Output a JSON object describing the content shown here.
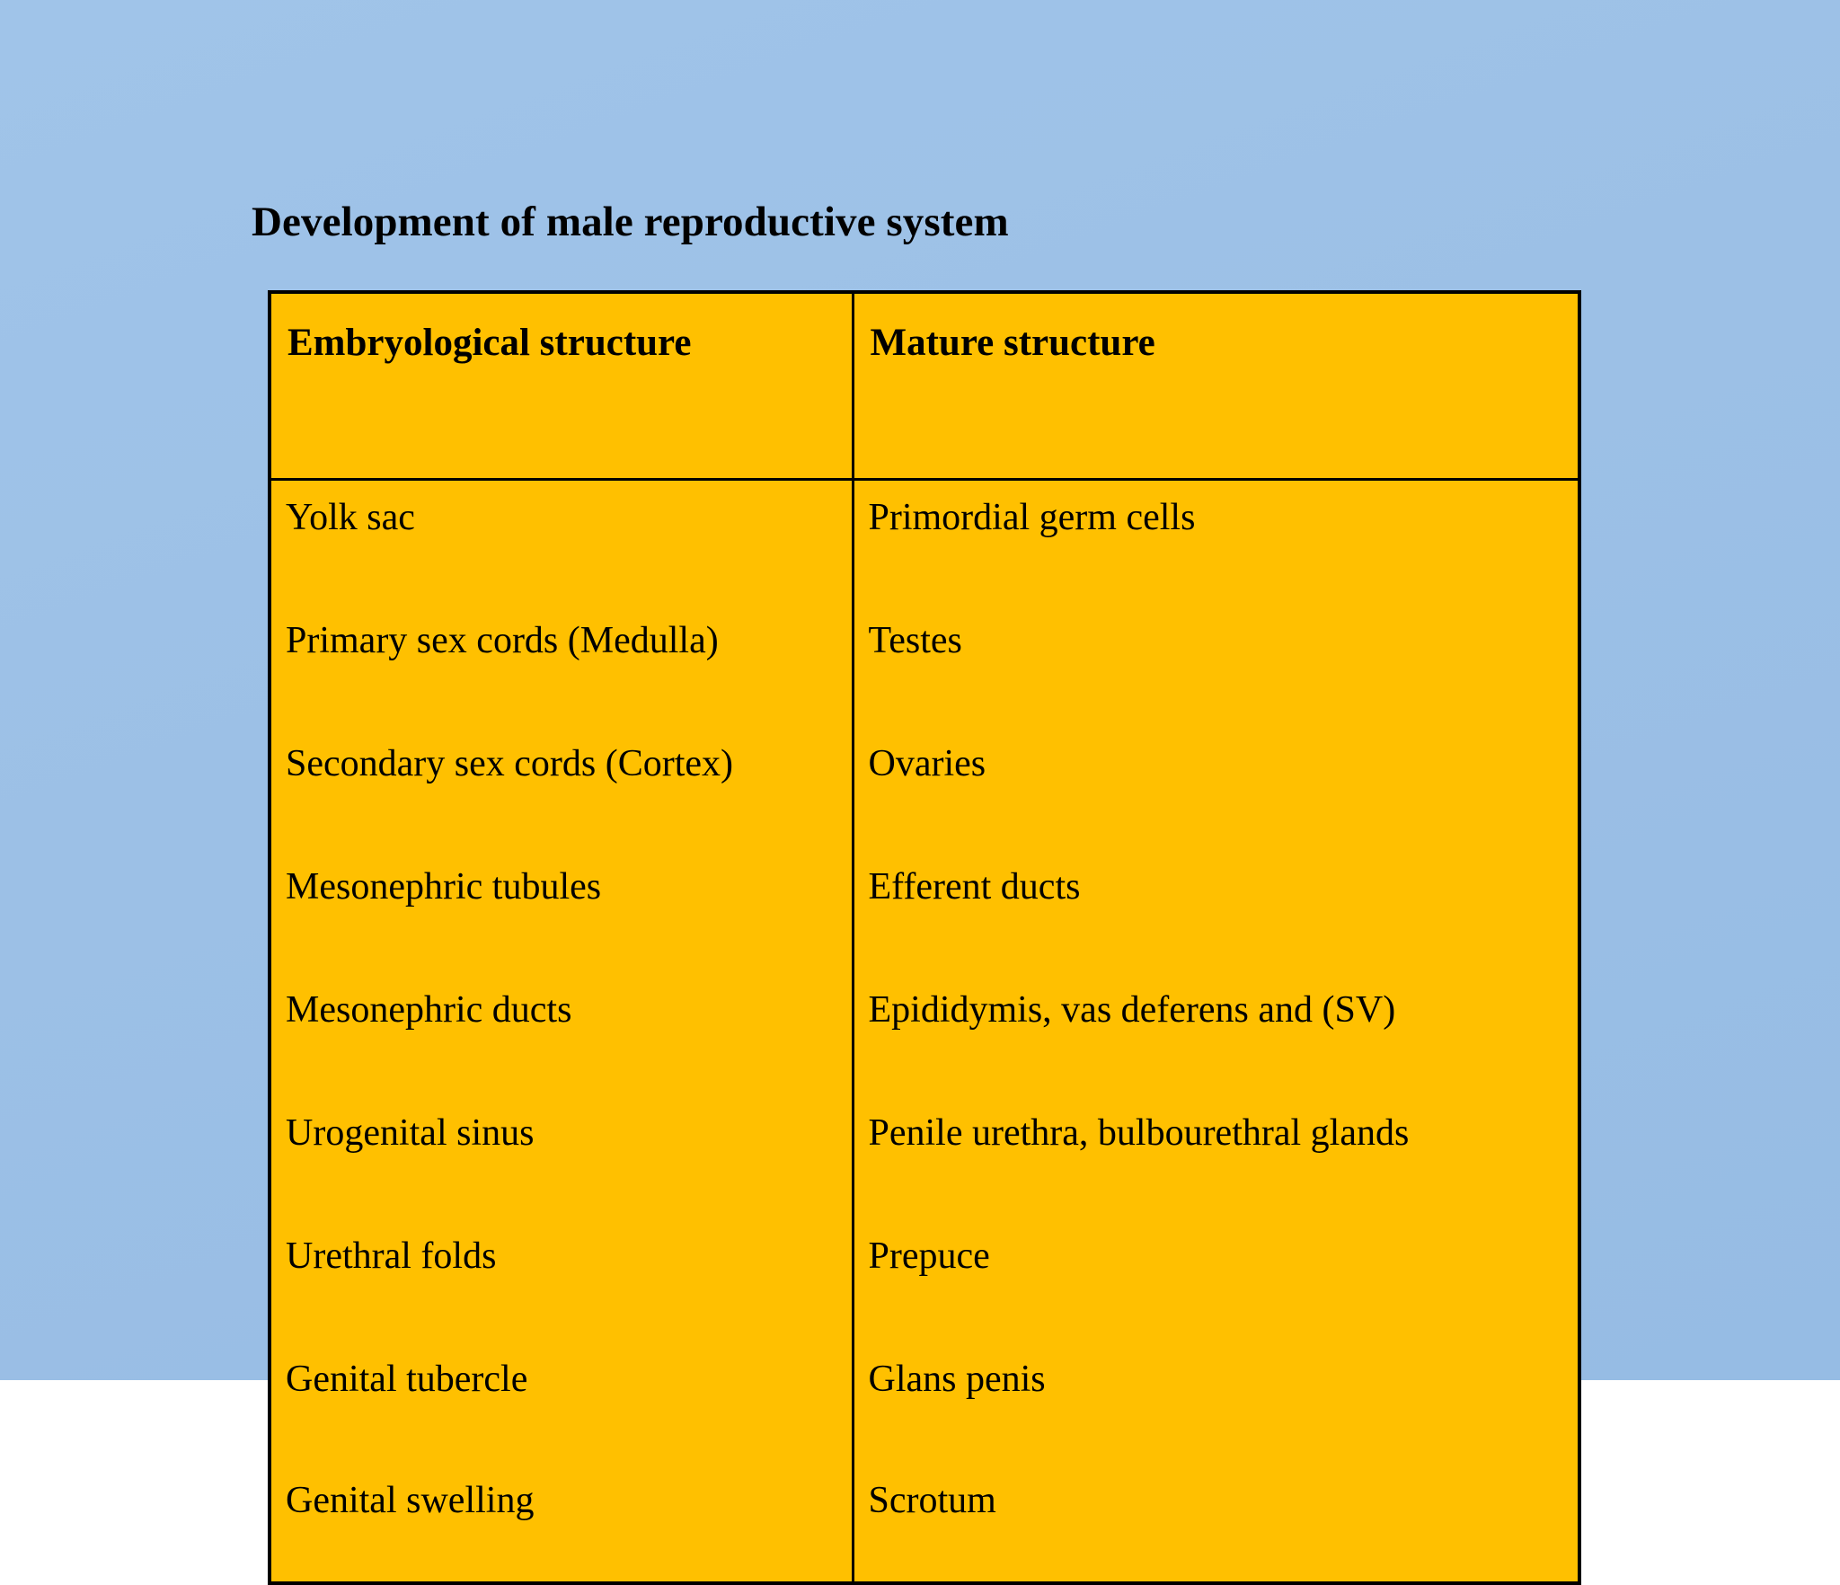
{
  "slide": {
    "title": "Development of male reproductive system",
    "background_color": "#9CC0E6",
    "table_fill_color": "#FFC000",
    "border_color": "#000000",
    "text_color": "#000000"
  },
  "table": {
    "columns": [
      {
        "header": "Embryological structure"
      },
      {
        "header": "Mature structure"
      }
    ],
    "rows": [
      {
        "embryological": "Yolk sac",
        "mature": "Primordial germ cells"
      },
      {
        "embryological": "Primary sex cords (Medulla)",
        "mature": "Testes"
      },
      {
        "embryological": "Secondary sex cords (Cortex)",
        "mature": "Ovaries"
      },
      {
        "embryological": "Mesonephric tubules",
        "mature": "Efferent ducts"
      },
      {
        "embryological": "Mesonephric ducts",
        "mature": "Epididymis, vas deferens and (SV)"
      },
      {
        "embryological": "Urogenital sinus",
        "mature": "Penile urethra, bulbourethral glands"
      },
      {
        "embryological": "Urethral folds",
        "mature": "Prepuce"
      },
      {
        "embryological": "Genital tubercle",
        "mature": "Glans penis"
      },
      {
        "embryological": "Genital swelling",
        "mature": "Scrotum"
      }
    ]
  }
}
